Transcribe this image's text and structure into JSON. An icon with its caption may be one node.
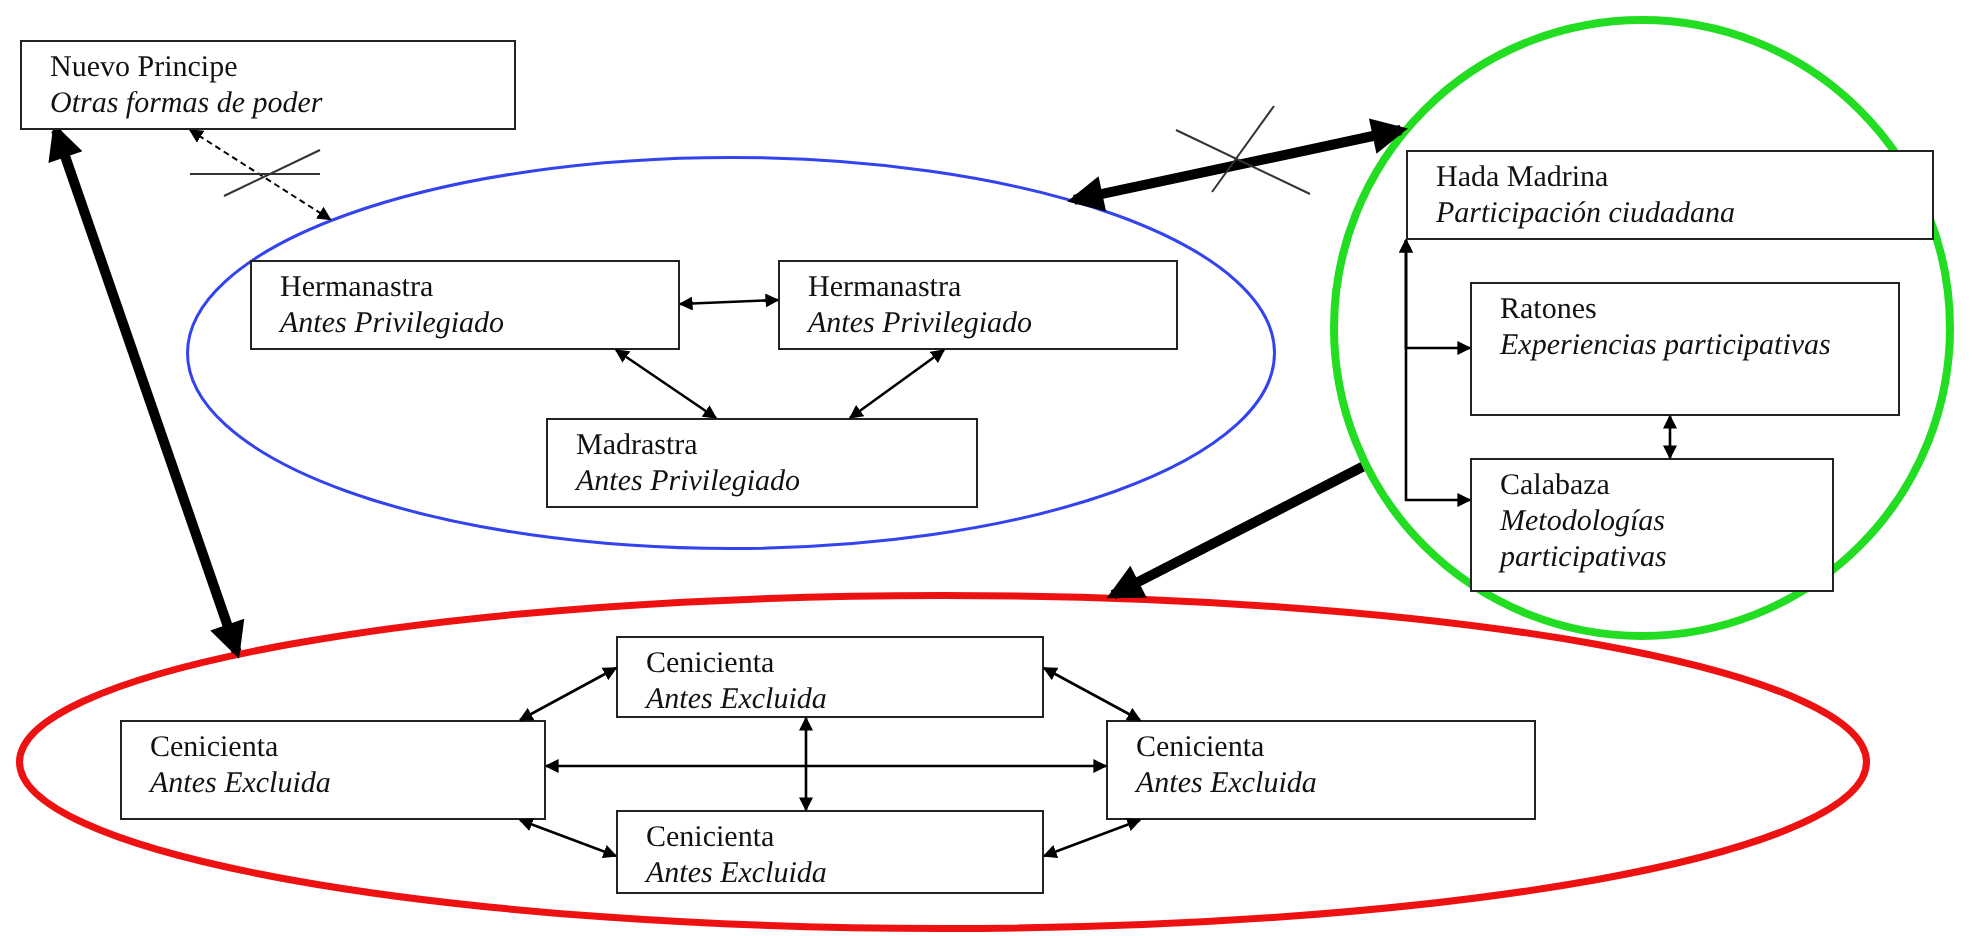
{
  "diagram": {
    "nodes": [
      {
        "text": [
          "Nuevo Principe",
          "Otras formas de poder"
        ]
      },
      {
        "text": [],
        "shape": "ellipse"
      },
      {
        "text": [
          "Hermanastra",
          "Antes Privilegiado"
        ],
        "in": 1
      },
      {
        "text": [
          "Hermanastra",
          "Antes Privilegiado"
        ],
        "in": 1
      },
      {
        "text": [
          "Madrastra",
          "Antes Privilegiado"
        ],
        "in": 1
      },
      {
        "text": [],
        "shape": "circle"
      },
      {
        "text": [
          "Hada Madrina",
          "Participación ciudadana"
        ],
        "in": 5
      },
      {
        "text": [
          "Ratones",
          "Experiencias participativas"
        ],
        "in": 5
      },
      {
        "text": [
          "Calabaza",
          "Metodologías participativas"
        ],
        "in": 5
      },
      {
        "text": [],
        "shape": "ellipse"
      },
      {
        "text": [
          "Cenicienta",
          "Antes Excluida"
        ],
        "in": 9
      },
      {
        "text": [
          "Cenicienta",
          "Antes Excluida"
        ],
        "in": 9
      },
      {
        "text": [
          "Cenicienta",
          "Antes Excluida"
        ],
        "in": 9
      },
      {
        "text": [
          "Cenicienta",
          "Antes Excluida"
        ],
        "in": 9
      }
    ],
    "edges": [
      {
        "from": 0,
        "to": 1,
        "arrow": "both",
        "style": "dashed"
      },
      {
        "from": 9,
        "to": 0,
        "arrow": "both",
        "style": "thick"
      },
      {
        "from": 1,
        "to": 5,
        "arrow": "both",
        "style": "thick"
      },
      {
        "from": 5,
        "to": 9,
        "arrow": "to",
        "style": "thick"
      },
      {
        "from": 2,
        "to": 3,
        "arrow": "both"
      },
      {
        "from": 2,
        "to": 4,
        "arrow": "both"
      },
      {
        "from": 3,
        "to": 4,
        "arrow": "both"
      },
      {
        "from": 6,
        "to": 7,
        "arrow": "both"
      },
      {
        "from": 6,
        "to": 8,
        "arrow": "both"
      },
      {
        "from": 7,
        "to": 8,
        "arrow": "both"
      },
      {
        "from": 11,
        "to": 10,
        "arrow": "both"
      },
      {
        "from": 10,
        "to": 12,
        "arrow": "both"
      },
      {
        "from": 11,
        "to": 12,
        "arrow": "both"
      },
      {
        "from": 10,
        "to": 13,
        "arrow": "both"
      },
      {
        "from": 11,
        "to": 13,
        "arrow": "both"
      },
      {
        "from": 13,
        "to": 12,
        "arrow": "both"
      }
    ]
  }
}
